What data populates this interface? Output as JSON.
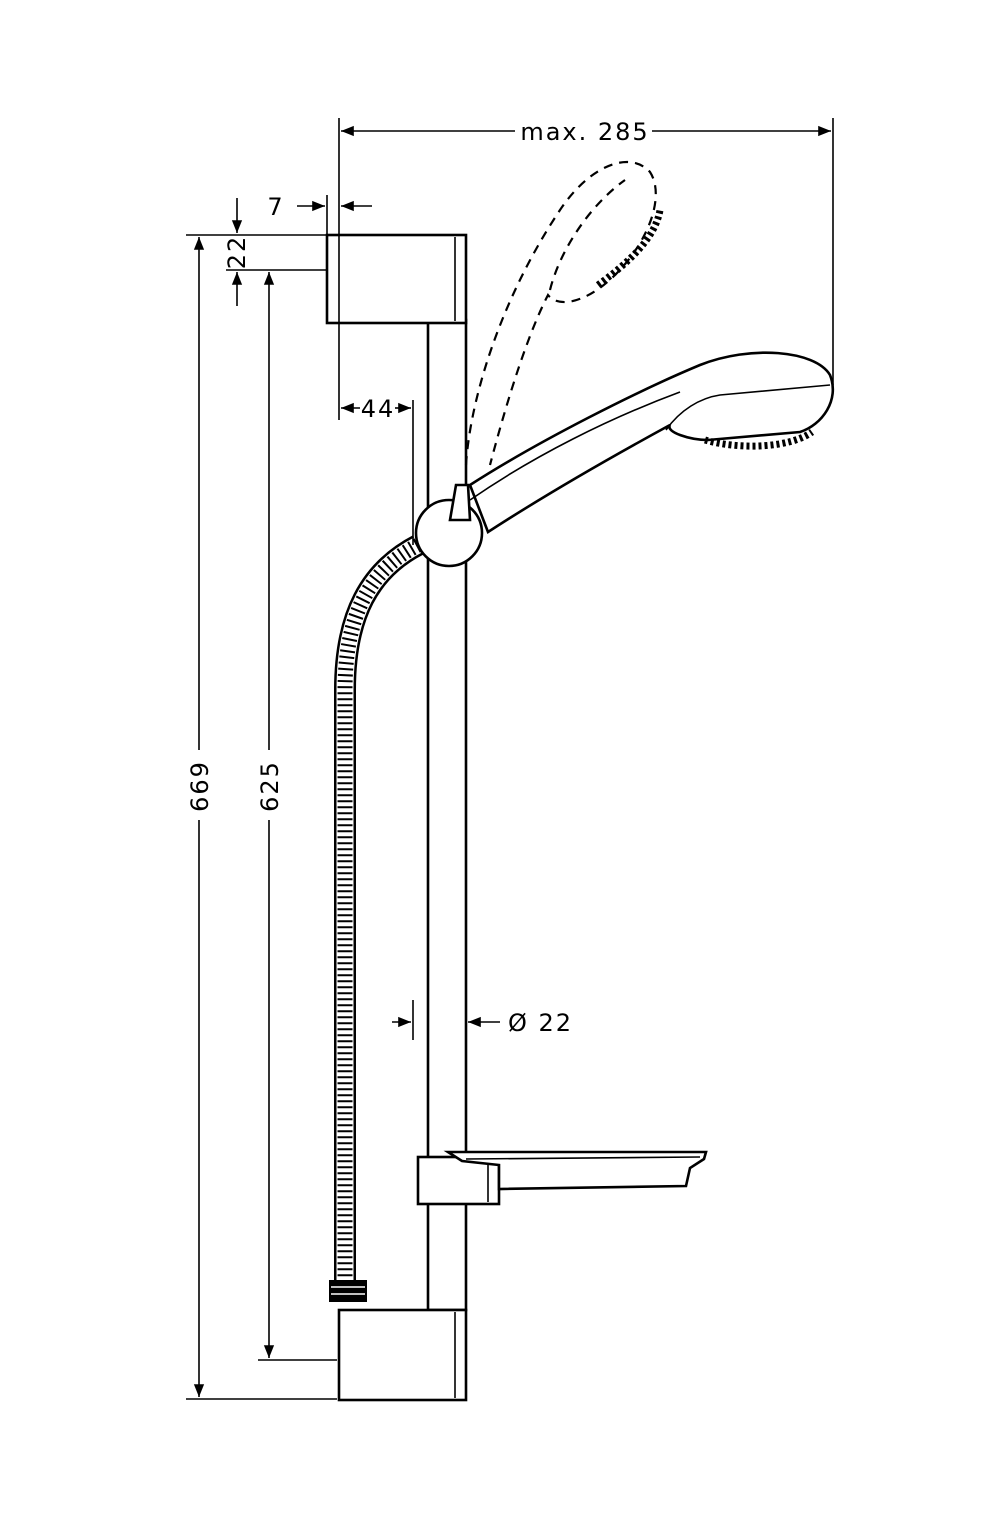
{
  "diagram": {
    "dimensions": {
      "max_reach": "max. 285",
      "wall_offset": "7",
      "top_bracket_height": "22",
      "bar_clearance": "44",
      "total_height": "669",
      "bar_height": "625",
      "bar_diameter": "Ø 22"
    },
    "colors": {
      "line": "#000000",
      "background": "#ffffff"
    }
  }
}
